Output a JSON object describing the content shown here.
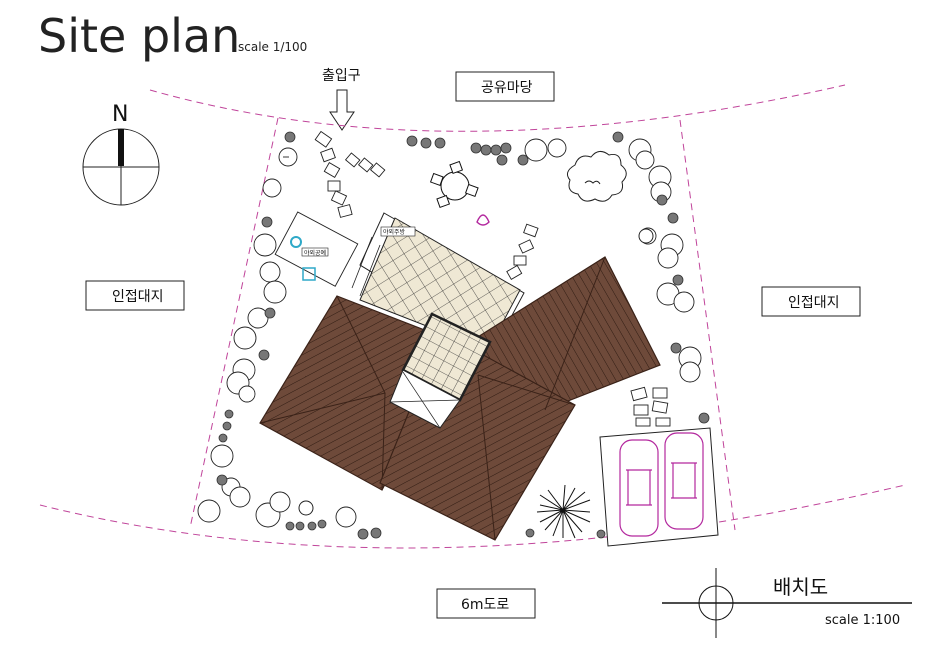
{
  "header": {
    "title": "Site plan",
    "scale": "scale 1/100"
  },
  "compass": {
    "north_label": "N"
  },
  "labels": {
    "entrance": "출입구",
    "public_yard": "공유마당",
    "neighbor_left": "인접대지",
    "neighbor_right": "인접대지",
    "road": "6m도로",
    "outdoor_wash": "야외주방",
    "outdoor_seat": "야외공예"
  },
  "footer": {
    "title": "배치도",
    "scale": "scale 1:100"
  },
  "colors": {
    "roof": "#6e4a3a",
    "roof_line": "#3a2218",
    "deck": "#efe8d4",
    "boundary": "#c0449a",
    "car": "#b3289e",
    "tree_dark": "#555555",
    "accent_blue": "#2fa9c8"
  }
}
